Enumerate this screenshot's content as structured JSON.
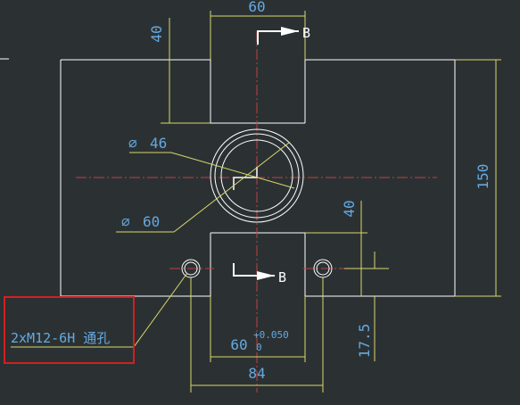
{
  "drawing": {
    "dimensions": {
      "top_width": "60",
      "top_slot_depth": "40",
      "right_height": "150",
      "bottom_slot_depth": "40",
      "bottom_offset": "17.5",
      "bottom_slot_width": "60",
      "tol_upper": "+0.050",
      "tol_lower": "0",
      "overall_bottom": "84",
      "dia_inner": "46",
      "dia_outer": "60",
      "dia_symbol": "∅"
    },
    "section_labels": {
      "top": "B",
      "bottom": "B"
    },
    "callout": "2xM12-6H 通孔"
  },
  "colors": {
    "background": "#2b3133",
    "object_lines": "#ffffff",
    "dimension_lines": "#d8d86a",
    "dimension_text": "#66a9e0",
    "center_lines": "#c04040",
    "callout_box": "#d02020"
  }
}
